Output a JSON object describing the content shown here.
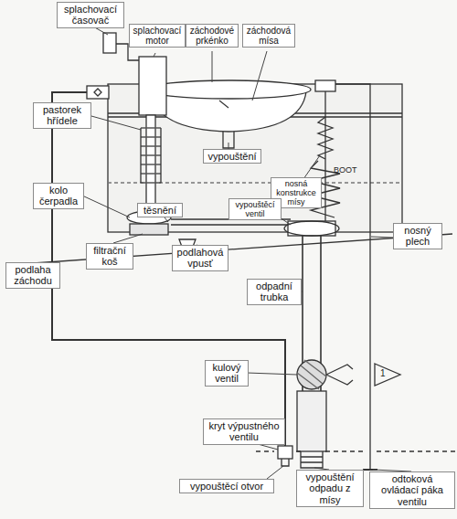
{
  "diagram": {
    "nodes": [
      {
        "text": [
          "splachovací časovač"
        ]
      },
      {
        "text": [
          "splachovací motor"
        ]
      },
      {
        "text": [
          "záchodové prkénko"
        ]
      },
      {
        "text": [
          "záchodová mísa"
        ]
      },
      {
        "text": [
          "pastorek hřídele"
        ]
      },
      {
        "text": [
          "vypouštění"
        ]
      },
      {
        "text": [
          "nosná konstrukce mísy"
        ]
      },
      {
        "text": [
          "kolo čerpadla"
        ]
      },
      {
        "text": [
          "těsnění"
        ]
      },
      {
        "text": [
          "vypouštěcí ventil"
        ]
      },
      {
        "text": [
          "nosný plech"
        ]
      },
      {
        "text": [
          "podlaha záchodu"
        ]
      },
      {
        "text": [
          "filtrační koš"
        ]
      },
      {
        "text": [
          "podlahová vpusť"
        ]
      },
      {
        "text": [
          "odpadní trubka"
        ]
      },
      {
        "text": [
          "kulový ventil"
        ]
      },
      {
        "text": [
          "kryt výpustného ventilu"
        ]
      },
      {
        "text": [
          "vypouštěcí otvor"
        ]
      },
      {
        "text": [
          "vypouštění odpadu z mísy"
        ]
      },
      {
        "text": [
          "odtoková ovládací páka ventilu"
        ]
      }
    ],
    "labels": [
      "BOOT",
      "1"
    ]
  }
}
